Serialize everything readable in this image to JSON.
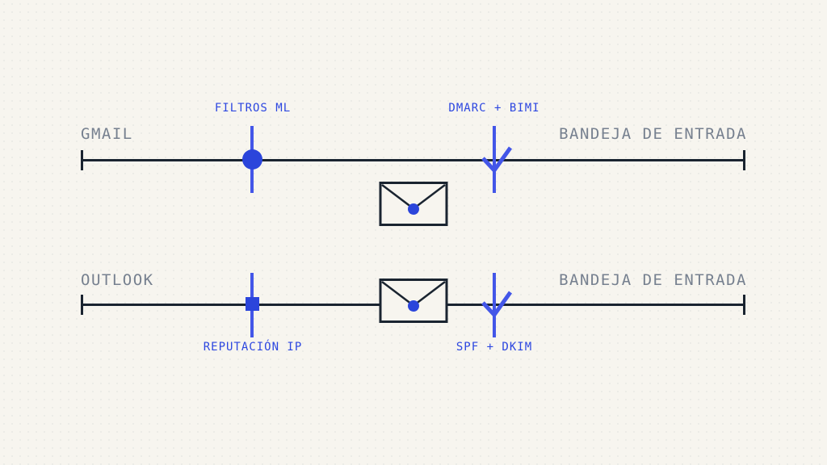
{
  "colors": {
    "background": "#f7f5ef",
    "line": "#1a2430",
    "muted_label": "#76808f",
    "accent_text": "#2d47e0",
    "marker_fill": "#2b45db",
    "stem": "#4356e8"
  },
  "tracks": [
    {
      "name": "gmail",
      "source_label": "GMAIL",
      "destination_label": "BANDEJA DE ENTRADA",
      "checkpoints": [
        {
          "label": "FILTROS ML",
          "marker": "circle"
        },
        {
          "label": "DMARC + BIMI",
          "marker": "check"
        }
      ]
    },
    {
      "name": "outlook",
      "source_label": "OUTLOOK",
      "destination_label": "BANDEJA DE ENTRADA",
      "checkpoints": [
        {
          "label": "REPUTACIÓN IP",
          "marker": "square"
        },
        {
          "label": "SPF + DKIM",
          "marker": "check"
        }
      ]
    }
  ]
}
